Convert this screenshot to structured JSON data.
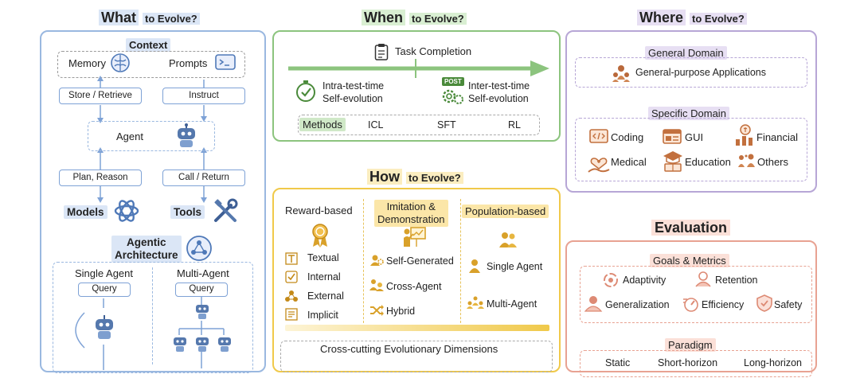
{
  "what": {
    "title": "What",
    "title_suffix": "to Evolve?",
    "context_label": "Context",
    "memory": "Memory",
    "prompts": "Prompts",
    "store_retrieve": "Store / Retrieve",
    "instruct": "Instruct",
    "agent": "Agent",
    "plan_reason": "Plan, Reason",
    "call_return": "Call / Return",
    "models": "Models",
    "tools": "Tools",
    "agentic_line1": "Agentic",
    "agentic_line2": "Architecture",
    "single_agent": "Single Agent",
    "multi_agent": "Multi-Agent",
    "query_single": "Query",
    "query_multi": "Query"
  },
  "when": {
    "title": "When",
    "title_suffix": "to Evolve?",
    "task_completion": "Task Completion",
    "intra_line1": "Intra-test-time",
    "intra_line2": "Self-evolution",
    "post_badge": "POST",
    "inter_line1": "Inter-test-time",
    "inter_line2": "Self-evolution",
    "methods_label": "Methods",
    "methods": [
      "ICL",
      "SFT",
      "RL"
    ]
  },
  "where": {
    "title": "Where",
    "title_suffix": "to Evolve?",
    "general_domain": "General Domain",
    "general_apps": "General-purpose Applications",
    "specific_domain": "Specific Domain",
    "coding": "Coding",
    "gui": "GUI",
    "financial": "Financial",
    "medical": "Medical",
    "education": "Education",
    "others": "Others"
  },
  "how": {
    "title": "How",
    "title_suffix": "to Evolve?",
    "reward_based": "Reward-based",
    "imitation_line1": "Imitation &",
    "imitation_line2": "Demonstration",
    "population_based": "Population-based",
    "reward_items": [
      "Textual",
      "Internal",
      "External",
      "Implicit"
    ],
    "imitation_items": [
      "Self-Generated",
      "Cross-Agent",
      "Hybrid"
    ],
    "population_items": [
      "Single Agent",
      "Multi-Agent"
    ],
    "cross_cutting": "Cross-cutting Evolutionary Dimensions"
  },
  "evaluation": {
    "title": "Evaluation",
    "goals_metrics": "Goals & Metrics",
    "adaptivity": "Adaptivity",
    "retention": "Retention",
    "generalization": "Generalization",
    "efficiency": "Efficiency",
    "safety": "Safety",
    "paradigm": "Paradigm",
    "static": "Static",
    "short_horizon": "Short-horizon",
    "long_horizon": "Long-horizon"
  },
  "colors": {
    "what": "#9ab8e0",
    "when": "#8cc47e",
    "where": "#b7a6d6",
    "how": "#f0c94a",
    "evaluation": "#e8a292"
  }
}
